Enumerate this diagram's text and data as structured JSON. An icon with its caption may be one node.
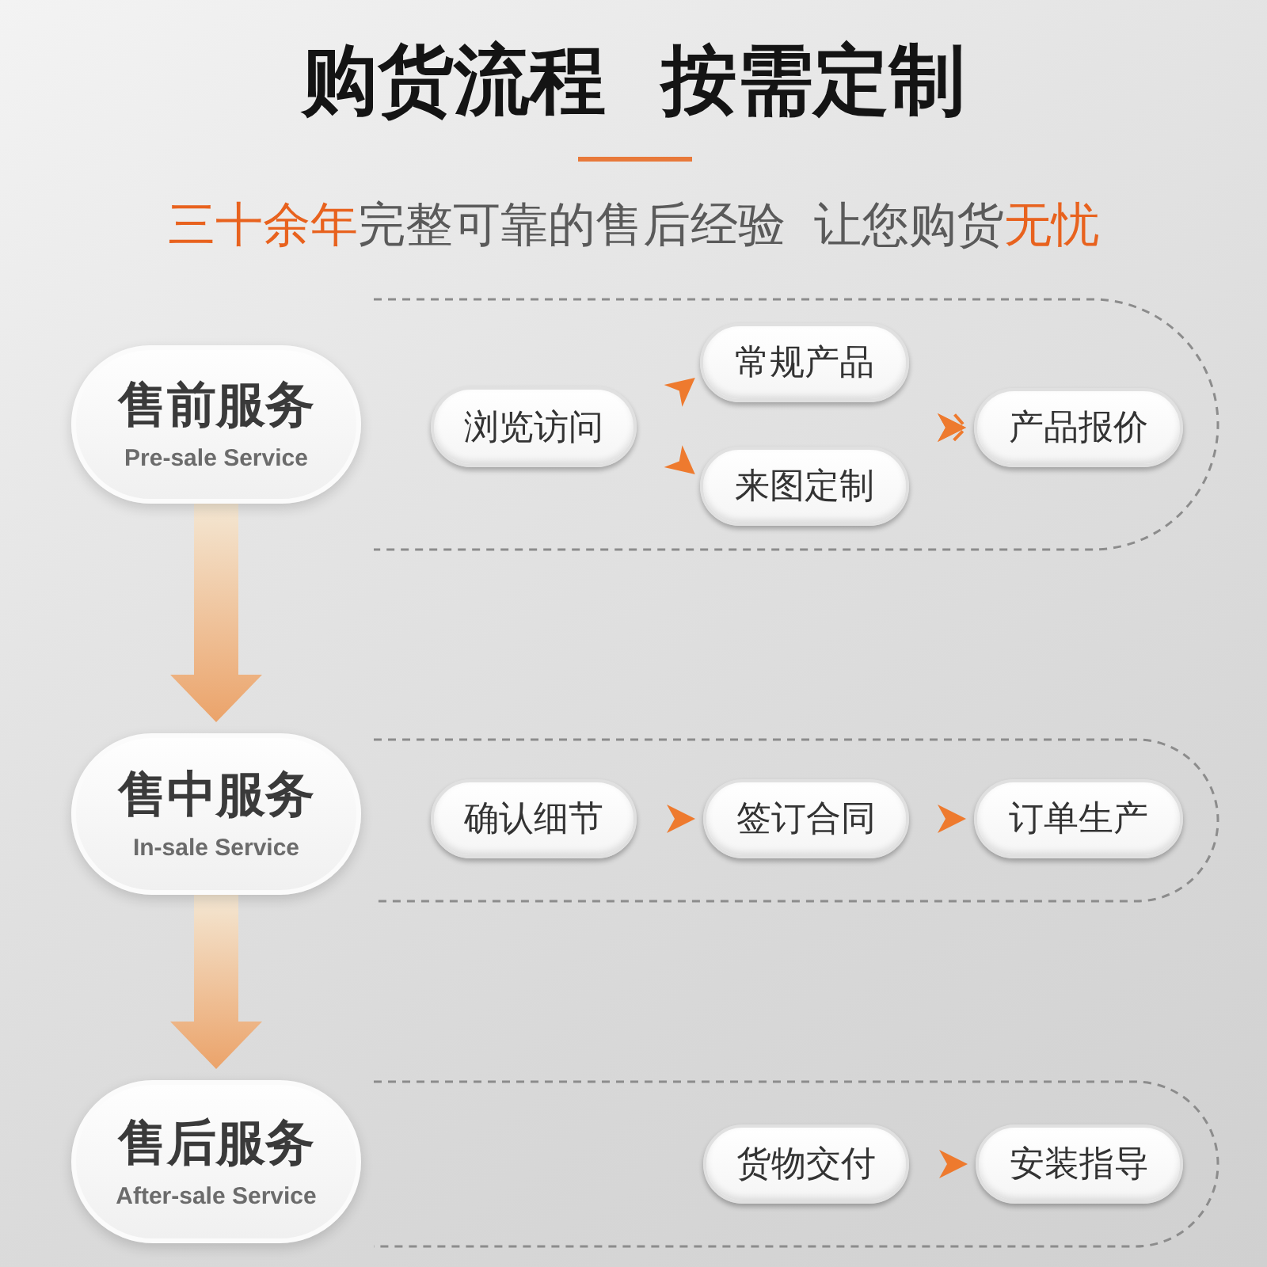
{
  "diagram": {
    "title": "购货流程 按需定制",
    "nodes": [
      {
        "text": [
          "售前服务",
          "Pre-sale Service"
        ]
      },
      {
        "text": [],
        "shape": "box"
      },
      {
        "text": [
          "浏览访问"
        ],
        "in": 1
      },
      {
        "text": [
          "常规产品"
        ],
        "in": 1
      },
      {
        "text": [
          "来图定制"
        ],
        "in": 1
      },
      {
        "text": [
          "产品报价"
        ],
        "in": 1
      },
      {
        "text": [
          "售中服务",
          "In-sale Service"
        ]
      },
      {
        "text": [],
        "shape": "box"
      },
      {
        "text": [
          "确认细节"
        ],
        "in": 7
      },
      {
        "text": [
          "签订合同"
        ],
        "in": 7
      },
      {
        "text": [
          "订单生产"
        ],
        "in": 7
      },
      {
        "text": [
          "售后服务",
          "After-sale Service"
        ]
      },
      {
        "text": [],
        "shape": "box"
      },
      {
        "text": [
          "货物交付"
        ],
        "in": 12
      },
      {
        "text": [
          "安装指导"
        ],
        "in": 12
      }
    ],
    "edges": [
      {
        "from": 0,
        "to": 6,
        "arrow": "to",
        "style": "thick"
      },
      {
        "from": 2,
        "to": 3,
        "arrow": "to"
      },
      {
        "from": 2,
        "to": 4,
        "arrow": "to"
      },
      {
        "from": 3,
        "to": 5,
        "arrow": "to"
      },
      {
        "from": 4,
        "to": 5,
        "arrow": "to"
      },
      {
        "from": 6,
        "to": 11,
        "arrow": "to",
        "style": "thick"
      },
      {
        "from": 8,
        "to": 9,
        "arrow": "to"
      },
      {
        "from": 9,
        "to": 10,
        "arrow": "to"
      },
      {
        "from": 13,
        "to": 14,
        "arrow": "to"
      }
    ],
    "labels": [
      "**三十余年**完整可靠的售后经验 让您购货**无忧**"
    ]
  }
}
